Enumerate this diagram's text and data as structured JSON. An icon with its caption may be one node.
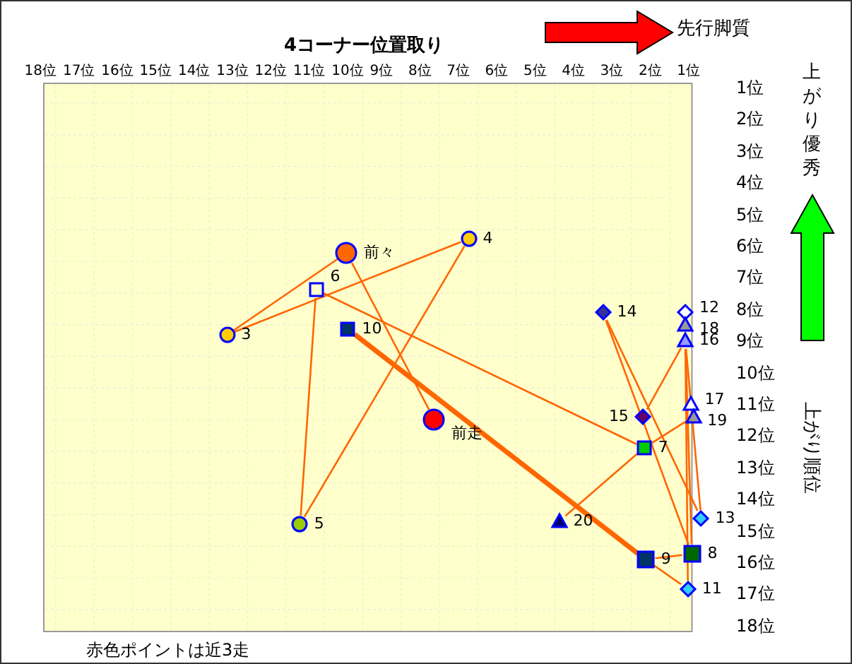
{
  "diagram": {
    "title": "4コーナー位置取り",
    "nodes": [
      {
        "text": [
          "4"
        ]
      },
      {
        "text": [
          "前々"
        ]
      },
      {
        "text": [
          "6"
        ]
      },
      {
        "text": [
          "14"
        ]
      },
      {
        "text": [
          "12"
        ]
      },
      {
        "text": [
          "18"
        ]
      },
      {
        "text": [
          "10"
        ]
      },
      {
        "text": [
          "3"
        ]
      },
      {
        "text": [
          "16"
        ]
      },
      {
        "text": [
          "17"
        ]
      },
      {
        "text": [
          "15"
        ]
      },
      {
        "text": [
          "19"
        ]
      },
      {
        "text": [
          "前走"
        ]
      },
      {
        "text": [
          "7"
        ]
      },
      {
        "text": [
          "13"
        ]
      },
      {
        "text": [
          "20"
        ]
      },
      {
        "text": [
          "5"
        ]
      },
      {
        "text": [
          "8"
        ]
      },
      {
        "text": [
          "9"
        ]
      },
      {
        "text": [
          "11"
        ]
      }
    ],
    "edges": [
      {
        "from": 1,
        "to": 7,
        "arrow": "none"
      },
      {
        "from": 7,
        "to": 0,
        "arrow": "none"
      },
      {
        "from": 0,
        "to": 16,
        "arrow": "none"
      },
      {
        "from": 2,
        "to": 16,
        "arrow": "none"
      },
      {
        "from": 1,
        "to": 12,
        "arrow": "none"
      },
      {
        "from": 2,
        "to": 13,
        "arrow": "none"
      },
      {
        "from": 6,
        "to": 18,
        "arrow": "none",
        "style": "thick"
      },
      {
        "from": 3,
        "to": 14,
        "arrow": "none"
      },
      {
        "from": 3,
        "to": 17,
        "arrow": "none"
      },
      {
        "from": 10,
        "to": 8,
        "arrow": "none"
      },
      {
        "from": 13,
        "to": 11,
        "arrow": "none"
      },
      {
        "from": 13,
        "to": 15,
        "arrow": "none"
      },
      {
        "from": 18,
        "to": 17,
        "arrow": "none"
      },
      {
        "from": 18,
        "to": 19,
        "arrow": "none"
      },
      {
        "from": 8,
        "to": 17,
        "arrow": "none"
      },
      {
        "from": 8,
        "to": 14,
        "arrow": "none"
      },
      {
        "from": 8,
        "to": 19,
        "arrow": "none"
      }
    ],
    "labels": [
      "18位",
      "17位",
      "16位",
      "15位",
      "14位",
      "13位",
      "12位",
      "11位",
      "10位",
      "9位",
      "8位",
      "7位",
      "6位",
      "5位",
      "4位",
      "3位",
      "2位",
      "1位",
      "先行脚質",
      "1位",
      "2位",
      "3位",
      "4位",
      "5位",
      "6位",
      "7位",
      "8位",
      "9位",
      "10位",
      "11位",
      "12位",
      "13位",
      "14位",
      "15位",
      "16位",
      "17位",
      "18位",
      "上がり優秀",
      "上がり順位",
      "赤色ポイントは近3走"
    ]
  }
}
